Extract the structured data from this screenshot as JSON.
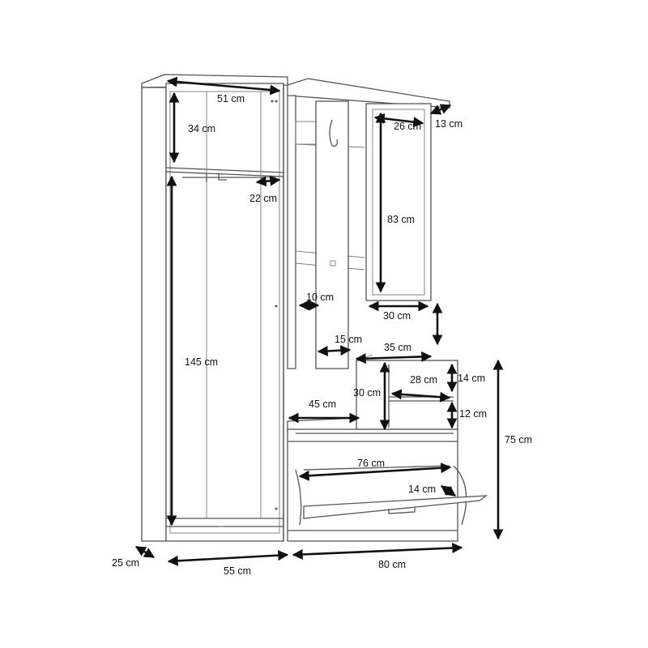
{
  "colors": {
    "outline": "#555555",
    "dimension": "#111111",
    "background": "#ffffff"
  },
  "dimensions": {
    "wardrobe_top_width": "51 cm",
    "top_compartment_height": "34 cm",
    "rail_depth": "22 cm",
    "hanging_height": "145 cm",
    "wardrobe_depth": "25 cm",
    "wardrobe_width": "55 cm",
    "mirror_width_top": "26 cm",
    "hat_shelf_depth": "13 cm",
    "mirror_height": "83 cm",
    "mirror_width": "30 cm",
    "coat_panel_gap": "10 cm",
    "coat_panel_width": "15 cm",
    "cabinet_top_width": "35 cm",
    "open_shelf_width": "28 cm",
    "upper_shelf_height": "14 cm",
    "lower_shelf_height": "12 cm",
    "shelf_unit_height": "30 cm",
    "bench_width": "45 cm",
    "shoe_flap_width": "76 cm",
    "shoe_flap_depth": "14 cm",
    "cabinet_height": "75 cm",
    "cabinet_width": "80 cm"
  }
}
